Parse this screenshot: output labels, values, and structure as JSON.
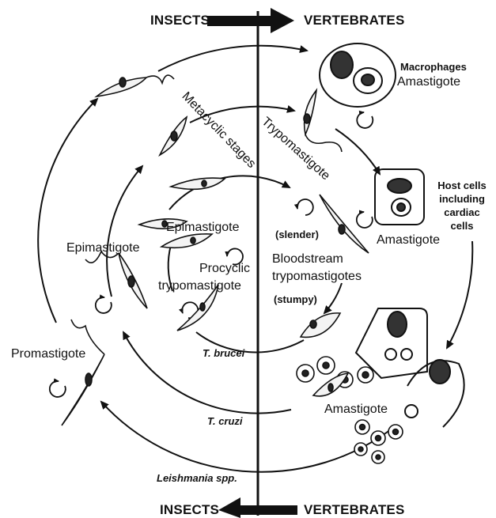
{
  "headers": {
    "top_left": "INSECTS",
    "top_right": "VERTEBRATES",
    "bottom_left": "INSECTS",
    "bottom_right": "VERTEBRATES"
  },
  "labels": {
    "macrophages": "Macrophages",
    "amastigote_macrophage": "Amastigote",
    "metacyclic_stages": "Metacyclic stages",
    "trypomastigote": "Trypomastigote",
    "host_cells": "Host cells including cardiac cells",
    "amastigote_host": "Amastigote",
    "epimastigote_inner": "Epimastigote",
    "slender": "(slender)",
    "procyclic_trypomastigote_1": "Procyclic",
    "procyclic_trypomastigote_2": "trypomastigote",
    "epimastigote_outer": "Epimastigote",
    "bloodstream_1": "Bloodstream",
    "bloodstream_2": "trypomastigotes",
    "stumpy": "(stumpy)",
    "promastigote": "Promastigote",
    "amastigote_lower": "Amastigote",
    "t_brucei": "T. brucei",
    "t_cruzi": "T. cruzi",
    "leishmania": "Leishmania spp."
  }
}
